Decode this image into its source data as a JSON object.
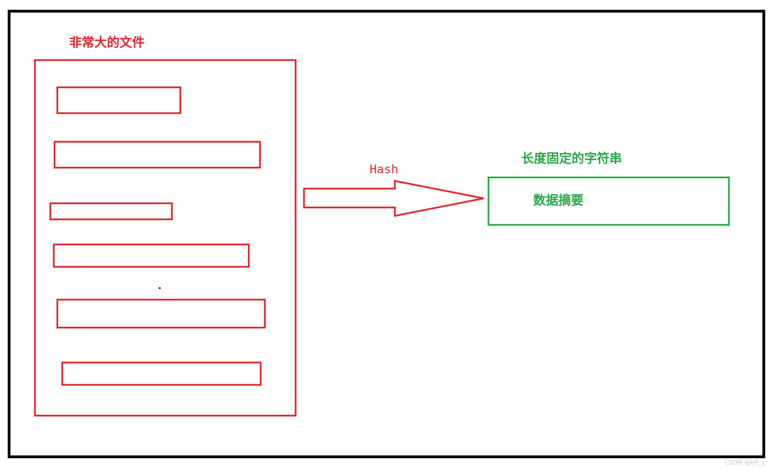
{
  "colors": {
    "frame": "#000000",
    "file": "#e0262c",
    "output": "#2aa84a",
    "hash_arrow": "#e0262c"
  },
  "file_block": {
    "title": "非常大的文件",
    "chunk_count": 6
  },
  "hash": {
    "label": "Hash"
  },
  "output_block": {
    "title": "长度固定的字符串",
    "content": "数据摘要"
  },
  "watermark": "CSDN @bfl_c"
}
